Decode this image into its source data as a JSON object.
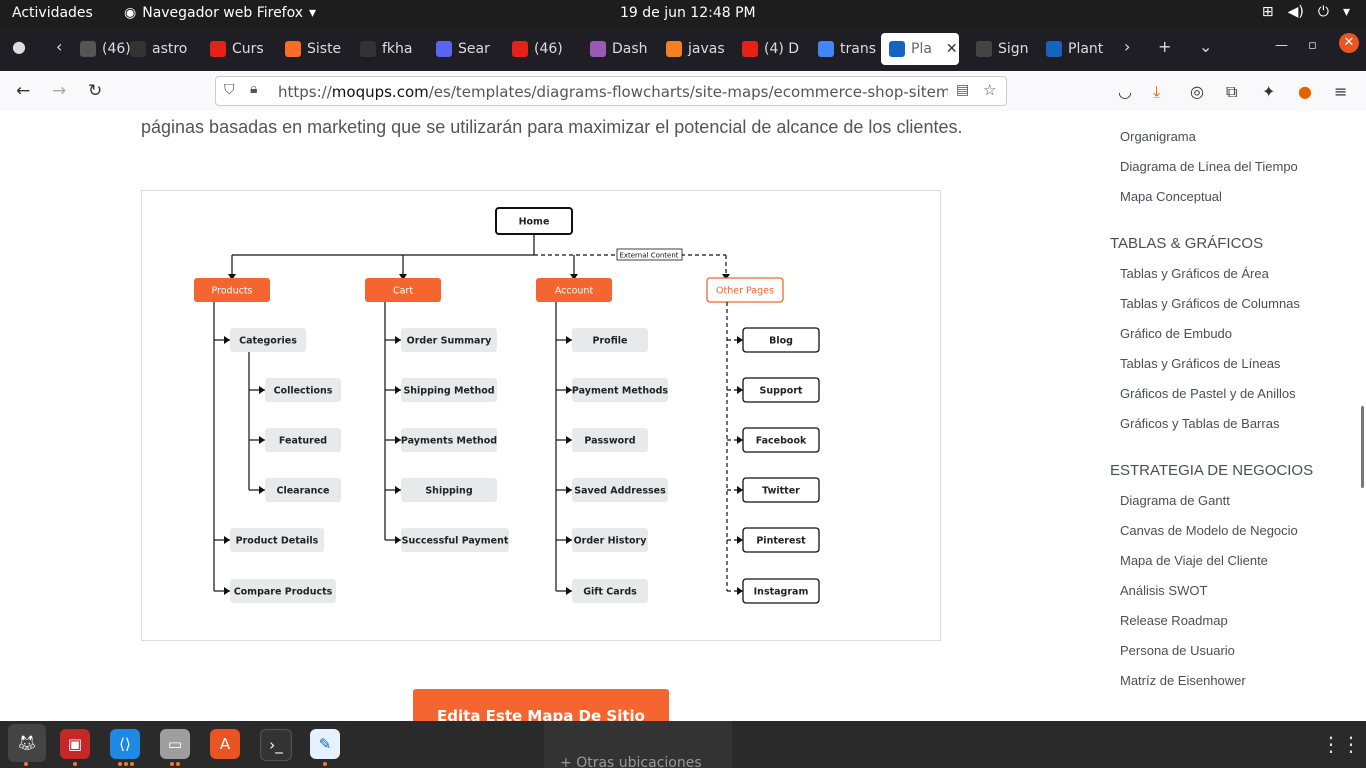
{
  "topbar": {
    "activities": "Actividades",
    "app_name": "Navegador web Firefox",
    "clock": "19 de jun  12:48 PM"
  },
  "tabs": [
    {
      "label": "(46)",
      "fav_color": "#555"
    },
    {
      "label": "astro",
      "fav_color": "#333"
    },
    {
      "label": "Curs",
      "fav_color": "#e62117"
    },
    {
      "label": "Siste",
      "fav_color": "#fc6d26"
    },
    {
      "label": "fkha",
      "fav_color": "#333"
    },
    {
      "label": "Sear",
      "fav_color": "#5865f2"
    },
    {
      "label": "(46)",
      "fav_color": "#e62117"
    },
    {
      "label": "Dash",
      "fav_color": "#9b59b6"
    },
    {
      "label": "javas",
      "fav_color": "#f48024"
    },
    {
      "label": "(4) D",
      "fav_color": "#e62117"
    },
    {
      "label": "trans",
      "fav_color": "#4285f4"
    },
    {
      "label": "Pla",
      "fav_color": "#1565c0"
    },
    {
      "label": "Sign",
      "fav_color": "#444"
    },
    {
      "label": "Plant",
      "fav_color": "#1565c0"
    }
  ],
  "url": {
    "prefix": "https://",
    "host": "moqups.com",
    "path": "/es/templates/diagrams-flowcharts/site-maps/ecommerce-shop-sitemap-te"
  },
  "intro_text": "páginas basadas en marketing que se utilizarán para maximizar el potencial de alcance de los clientes.",
  "cta_label": "Edita Este Mapa De Sitio",
  "dock_behind_text": "Otras ubicaciones",
  "colors": {
    "accent": "#f56530",
    "node_gray": "#e8e9eb",
    "link_gray": "#4a4f57"
  },
  "diagram": {
    "root": "Home",
    "external_label": "External Content",
    "columns": [
      {
        "title": "Products",
        "items": [
          "Categories",
          "Product Details",
          "Compare Products"
        ],
        "sub_items": [
          "Collections",
          "Featured",
          "Clearance"
        ]
      },
      {
        "title": "Cart",
        "items": [
          "Order Summary",
          "Shipping Method",
          "Payments Method",
          "Shipping",
          "Successful Payment"
        ]
      },
      {
        "title": "Account",
        "items": [
          "Profile",
          "Payment Methods",
          "Password",
          "Saved Addresses",
          "Order History",
          "Gift Cards"
        ]
      },
      {
        "title": "Other Pages",
        "items": [
          "Blog",
          "Support",
          "Facebook",
          "Twitter",
          "Pinterest",
          "Instagram"
        ]
      }
    ]
  },
  "sidebar": {
    "groups": [
      {
        "heading": "",
        "items": [
          "Organigrama",
          "Diagrama de Línea del Tiempo",
          "Mapa Conceptual"
        ]
      },
      {
        "heading": "TABLAS & GRÁFICOS",
        "items": [
          "Tablas y Gráficos de Área",
          "Tablas y Gráficos de Columnas",
          "Gráfico de Embudo",
          "Tablas y Gráficos de Líneas",
          "Gráficos de Pastel y de Anillos",
          "Gráficos y Tablas de Barras"
        ]
      },
      {
        "heading": "ESTRATEGIA DE NEGOCIOS",
        "items": [
          "Diagrama de Gantt",
          "Canvas de Modelo de Negocio",
          "Mapa de Viaje del Cliente",
          "Análisis SWOT",
          "Release Roadmap",
          "Persona de Usuario",
          "Matríz de Eisenhower"
        ]
      }
    ]
  }
}
